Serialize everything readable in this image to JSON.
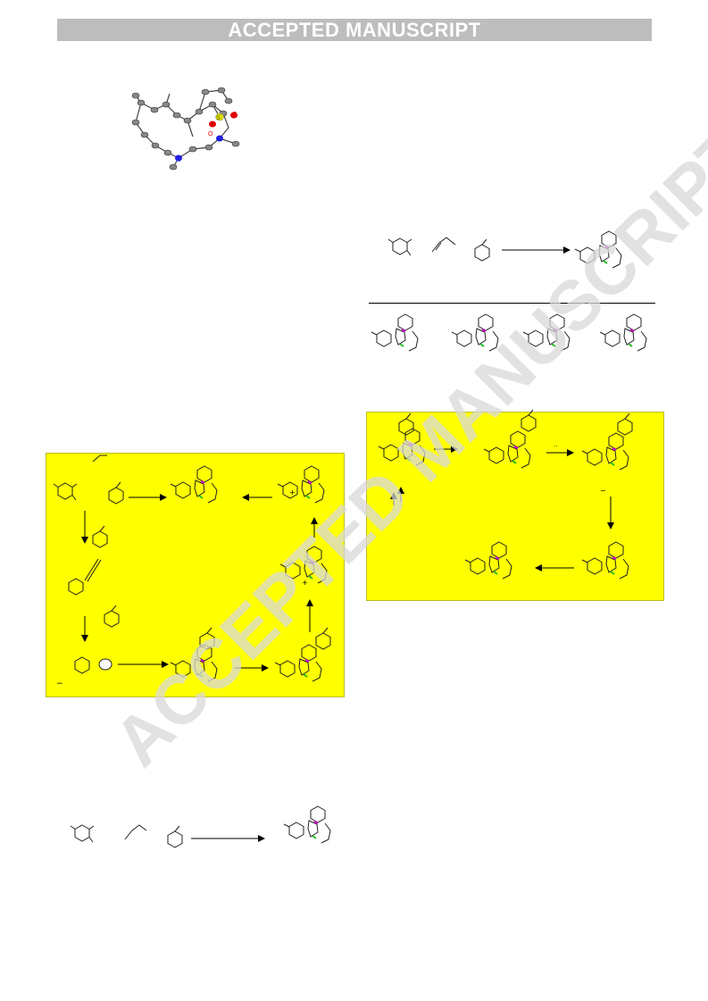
{
  "header": {
    "banner": "ACCEPTED MANUSCRIPT"
  },
  "watermark": {
    "text": "ACCEPTED MANUSCRIPT"
  },
  "colors": {
    "banner_bg": "#bdbdbd",
    "panel_bg": "#ffff00",
    "bond_highlight_magenta": "#e000e0",
    "bond_highlight_green": "#22c022",
    "oxygen": "#e00000",
    "sulfur": "#dddd00",
    "nitrogen": "#2020e0"
  },
  "figures": {
    "crystal_structure": {
      "atom_labels": [
        "N",
        "N",
        "S",
        "O",
        "O"
      ]
    },
    "charges": [
      "+",
      "+",
      "−",
      "−"
    ],
    "dots": ".."
  }
}
